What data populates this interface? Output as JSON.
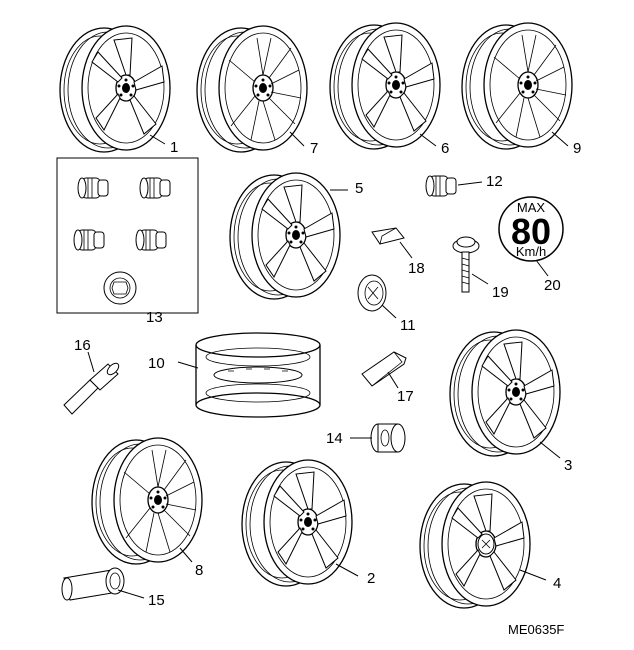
{
  "diagram": {
    "drawing_code": "ME0635F",
    "callouts": [
      {
        "id": "w1",
        "text": "1"
      },
      {
        "id": "w7",
        "text": "7"
      },
      {
        "id": "w6",
        "text": "6"
      },
      {
        "id": "w9",
        "text": "9"
      },
      {
        "id": "w5",
        "text": "5"
      },
      {
        "id": "p12",
        "text": "12"
      },
      {
        "id": "p13",
        "text": "13"
      },
      {
        "id": "p18",
        "text": "18"
      },
      {
        "id": "p19",
        "text": "19"
      },
      {
        "id": "p20",
        "text": "20"
      },
      {
        "id": "p11",
        "text": "11"
      },
      {
        "id": "p16",
        "text": "16"
      },
      {
        "id": "w10",
        "text": "10"
      },
      {
        "id": "p17",
        "text": "17"
      },
      {
        "id": "w3",
        "text": "3"
      },
      {
        "id": "p14",
        "text": "14"
      },
      {
        "id": "w8",
        "text": "8"
      },
      {
        "id": "w2",
        "text": "2"
      },
      {
        "id": "w4",
        "text": "4"
      },
      {
        "id": "p15",
        "text": "15"
      }
    ],
    "speed_label": {
      "max": "MAX",
      "value": "80",
      "unit": "Km/h"
    }
  }
}
